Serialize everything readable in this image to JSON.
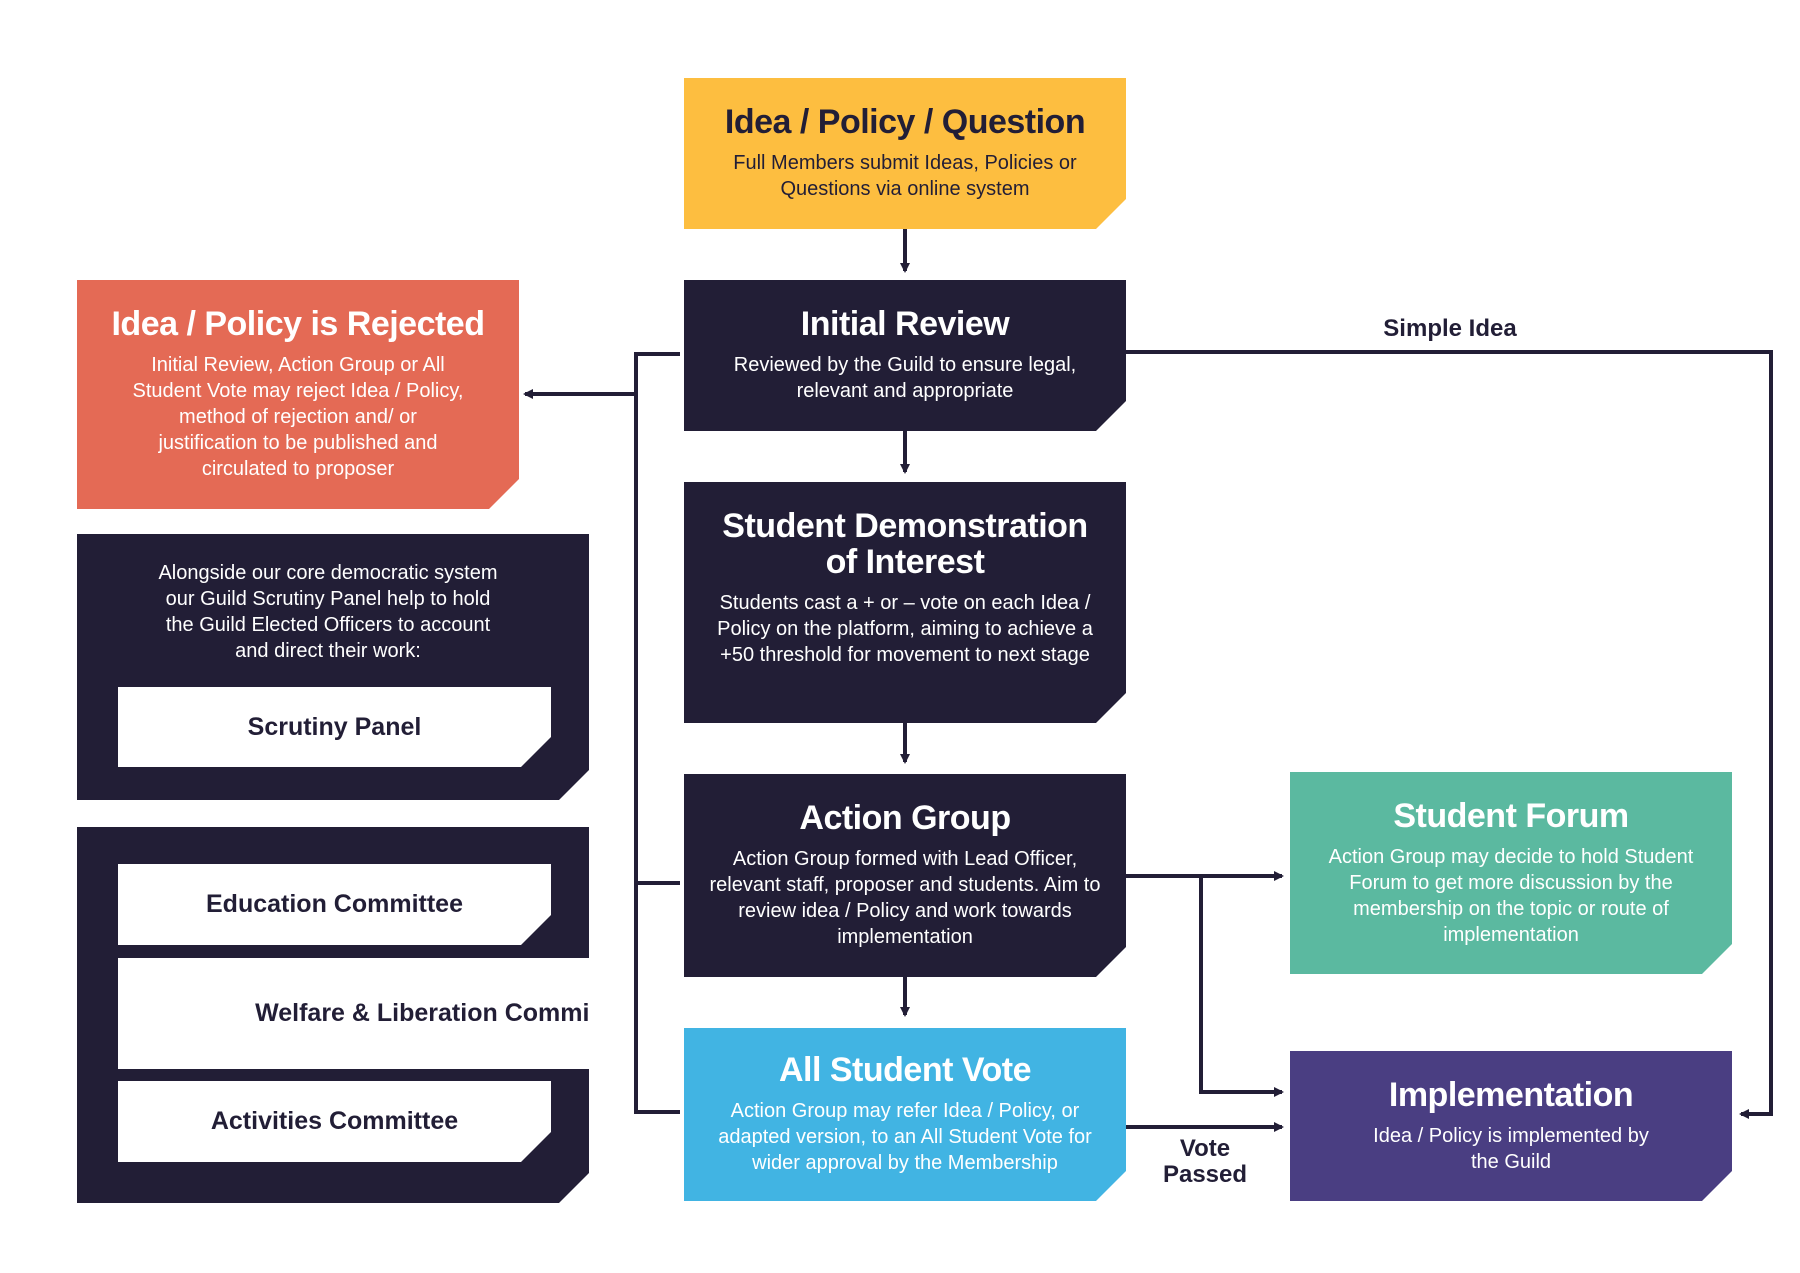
{
  "nodes": {
    "idea": {
      "title": "Idea / Policy / Question",
      "desc": "Full Members submit Ideas, Policies or Questions via online system",
      "color": "#fdbe40"
    },
    "initial_review": {
      "title": "Initial Review",
      "desc": "Reviewed by the Guild to ensure legal, relevant and appropriate",
      "color": "#221e36"
    },
    "demonstration": {
      "title": "Student Demonstration of Interest",
      "desc": "Students cast a + or – vote on each Idea / Policy on the platform, aiming to achieve a +50 threshold for movement to next stage",
      "color": "#221e36"
    },
    "action_group": {
      "title": "Action Group",
      "desc": "Action Group formed with Lead Officer, relevant staff, proposer and students. Aim to review idea / Policy and work towards implementation",
      "color": "#221e36"
    },
    "all_student_vote": {
      "title": "All Student Vote",
      "desc": "Action Group may refer Idea / Policy, or adapted version, to an All Student Vote for wider approval by the Membership",
      "color": "#41b4e3"
    },
    "rejected": {
      "title": "Idea / Policy is Rejected",
      "desc": "Initial Review, Action Group or All Student Vote may reject Idea / Policy, method of rejection and/ or justification to be published and circulated to proposer",
      "color": "#e46a55"
    },
    "student_forum": {
      "title": "Student Forum",
      "desc": "Action Group may decide to hold Student Forum to get more discussion by the membership on the topic or route of implementation",
      "color": "#5bb9a0"
    },
    "implementation": {
      "title": "Implementation",
      "desc": "Idea / Policy is implemented by the Guild",
      "color": "#4a3e82"
    }
  },
  "scrutiny": {
    "intro": "Alongside our core democratic system our Guild Scrutiny Panel help to hold the Guild Elected Officers to account and direct their work:",
    "panel": "Scrutiny Panel"
  },
  "committees": [
    "Education Committee",
    "Welfare & Liberation Committee",
    "Activities Committee"
  ],
  "edge_labels": {
    "simple_idea": "Simple Idea",
    "vote_passed": "Vote Passed"
  },
  "edges": [
    {
      "from": "idea",
      "to": "initial_review"
    },
    {
      "from": "initial_review",
      "to": "demonstration"
    },
    {
      "from": "demonstration",
      "to": "action_group"
    },
    {
      "from": "action_group",
      "to": "all_student_vote"
    },
    {
      "from": "initial_review",
      "to": "rejected"
    },
    {
      "from": "action_group",
      "to": "rejected"
    },
    {
      "from": "all_student_vote",
      "to": "rejected"
    },
    {
      "from": "initial_review",
      "to": "implementation",
      "label": "Simple Idea"
    },
    {
      "from": "action_group",
      "to": "student_forum"
    },
    {
      "from": "action_group",
      "to": "implementation"
    },
    {
      "from": "all_student_vote",
      "to": "implementation",
      "label": "Vote Passed"
    }
  ],
  "colors": {
    "ink": "#221e36"
  }
}
